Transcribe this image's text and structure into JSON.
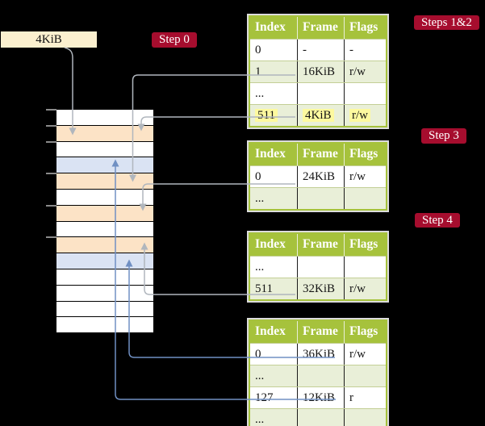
{
  "colors": {
    "background": "#000000",
    "badge_red": "#a60d2e",
    "header_green": "#a6c23c",
    "row_pale_green": "#e9efd8",
    "highlight_yellow": "#fdf99f",
    "size_box_cream": "#fbf0cf",
    "memory_peach": "#fce3c6",
    "memory_blue": "#dae3f3",
    "arrow_gray": "#b0b6bd",
    "arrow_blue": "#7090c3"
  },
  "labels": {
    "size_box": "4KiB",
    "step0": "Step 0",
    "steps12": "Steps 1&2",
    "step3": "Step 3",
    "step4": "Step 4"
  },
  "memory_column": {
    "rows": [
      "white",
      "peach",
      "white",
      "blue",
      "peach",
      "white",
      "peach",
      "white",
      "peach",
      "blue",
      "white",
      "white",
      "white",
      "white"
    ],
    "tick_count": 6
  },
  "tables": [
    {
      "name": "page-table-steps-1-2",
      "headers": [
        "Index",
        "Frame",
        "Flags"
      ],
      "rows": [
        {
          "cells": [
            "0",
            "-",
            "-"
          ],
          "shaded": false,
          "highlighted": false
        },
        {
          "cells": [
            "1",
            "16KiB",
            "r/w"
          ],
          "shaded": true,
          "highlighted": false
        },
        {
          "cells": [
            "...",
            "",
            ""
          ],
          "shaded": false,
          "highlighted": false
        },
        {
          "cells": [
            "511",
            "4KiB",
            "r/w"
          ],
          "shaded": true,
          "highlighted": true
        }
      ]
    },
    {
      "name": "page-table-step-3",
      "headers": [
        "Index",
        "Frame",
        "Flags"
      ],
      "rows": [
        {
          "cells": [
            "0",
            "24KiB",
            "r/w"
          ],
          "shaded": false,
          "highlighted": false
        },
        {
          "cells": [
            "...",
            "",
            ""
          ],
          "shaded": true,
          "highlighted": false
        }
      ]
    },
    {
      "name": "page-table-step-4-upper",
      "headers": [
        "Index",
        "Frame",
        "Flags"
      ],
      "rows": [
        {
          "cells": [
            "...",
            "",
            ""
          ],
          "shaded": false,
          "highlighted": false
        },
        {
          "cells": [
            "511",
            "32KiB",
            "r/w"
          ],
          "shaded": true,
          "highlighted": false
        }
      ]
    },
    {
      "name": "page-table-step-4-lower",
      "headers": [
        "Index",
        "Frame",
        "Flags"
      ],
      "rows": [
        {
          "cells": [
            "0",
            "36KiB",
            "r/w"
          ],
          "shaded": false,
          "highlighted": false
        },
        {
          "cells": [
            "...",
            "",
            ""
          ],
          "shaded": true,
          "highlighted": false
        },
        {
          "cells": [
            "127",
            "12KiB",
            "r"
          ],
          "shaded": false,
          "highlighted": false
        },
        {
          "cells": [
            "...",
            "",
            ""
          ],
          "shaded": true,
          "highlighted": false
        }
      ]
    }
  ]
}
